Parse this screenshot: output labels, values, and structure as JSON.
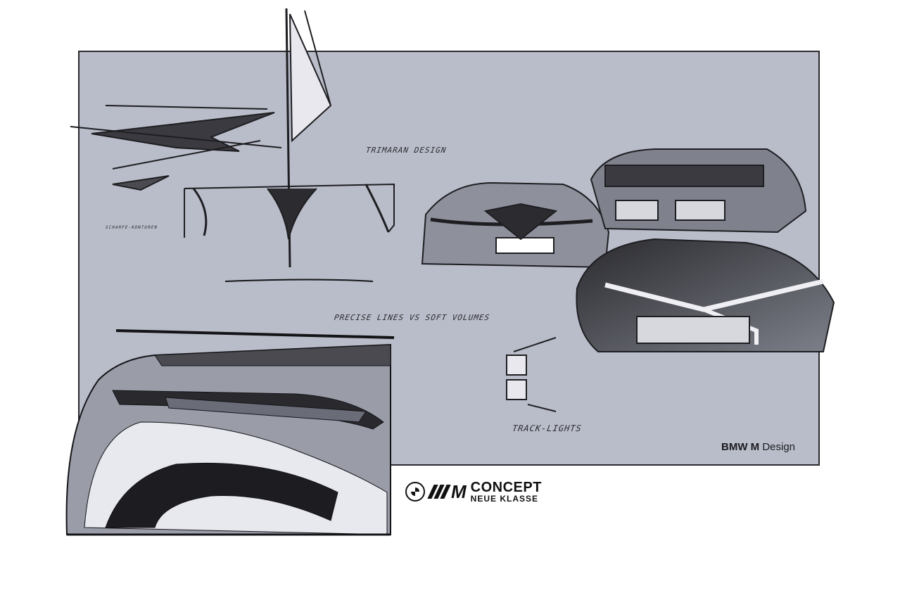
{
  "labels": {
    "trimaran": "TRIMARAN DESIGN",
    "precise": "PRECISE LINES VS SOFT VOLUMES",
    "tracklights": "TRACK-LIGHTS",
    "small_note": "SCHARFE-KONTUREN"
  },
  "credit": {
    "brand": "BMW M",
    "suffix": "Design"
  },
  "logo": {
    "mark": "M",
    "line1": "CONCEPT",
    "line2": "NEUE KLASSE",
    "roundel_icon": "bmw-roundel-icon"
  },
  "colors": {
    "board": "#b9bdc9",
    "ink": "#1a1a1e",
    "page": "#ffffff"
  }
}
